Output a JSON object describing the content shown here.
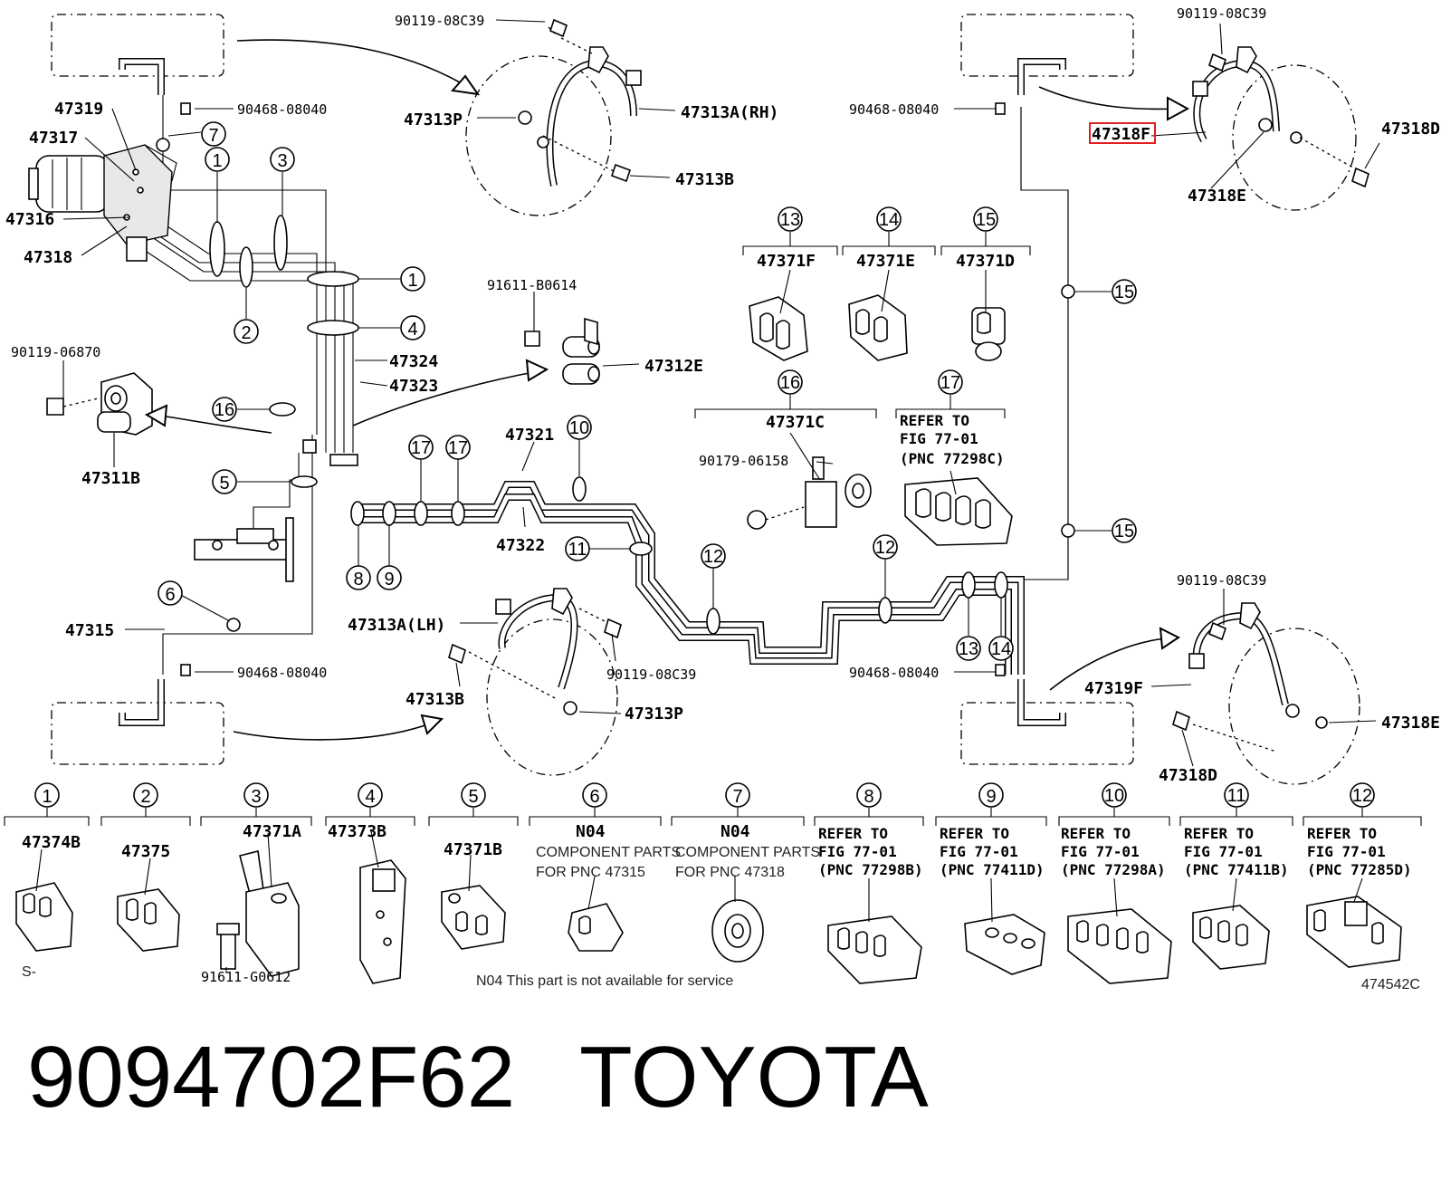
{
  "diagram": {
    "callouts": [
      "1",
      "2",
      "3",
      "4",
      "5",
      "6",
      "7",
      "8",
      "9",
      "10",
      "11",
      "12",
      "13",
      "14",
      "15",
      "16",
      "17"
    ],
    "parts": {
      "p47319": "47319",
      "p47317": "47317",
      "p47316": "47316",
      "p47318": "47318",
      "p47311B": "47311B",
      "p47315": "47315",
      "p47324": "47324",
      "p47323": "47323",
      "p47321": "47321",
      "p47322": "47322",
      "p47312E": "47312E",
      "p47313P": "47313P",
      "p47313A_RH": "47313A(RH)",
      "p47313A_LH": "47313A(LH)",
      "p47313B": "47313B",
      "p47318F": "47318F",
      "p47318D": "47318D",
      "p47318E": "47318E",
      "p47319F": "47319F",
      "p47371F": "47371F",
      "p47371E": "47371E",
      "p47371D": "47371D",
      "p47371C": "47371C",
      "p47374B": "47374B",
      "p47375": "47375",
      "p47371A": "47371A",
      "p47373B": "47373B",
      "p47371B": "47371B"
    },
    "bolts": {
      "b90119_08C39": "90119-08C39",
      "b90468_08040": "90468-08040",
      "b90119_06870": "90119-06870",
      "b91611_B0614": "91611-B0614",
      "b90179_06158": "90179-06158",
      "b91611_G0612": "91611-G0612"
    },
    "refer": {
      "refer_to": "REFER TO",
      "fig": "FIG 77-01",
      "pnc_77298C": "(PNC 77298C)",
      "pnc_77298B": "(PNC 77298B)",
      "pnc_77411D": "(PNC 77411D)",
      "pnc_77298A": "(PNC 77298A)",
      "pnc_77411B": "(PNC 77411B)",
      "pnc_77285D": "(PNC 77285D)"
    },
    "n04": {
      "code": "N04",
      "component_parts": "COMPONENT PARTS",
      "for_47315": "FOR PNC 47315",
      "for_47318": "FOR PNC 47318",
      "note": "N04 This part is not available for service"
    },
    "small": {
      "s_mark": "S-",
      "illustration_id": "474542C"
    },
    "highlight_color": "#e02020"
  },
  "footer": {
    "part_number": "9094702F62",
    "brand": "TOYOTA"
  }
}
